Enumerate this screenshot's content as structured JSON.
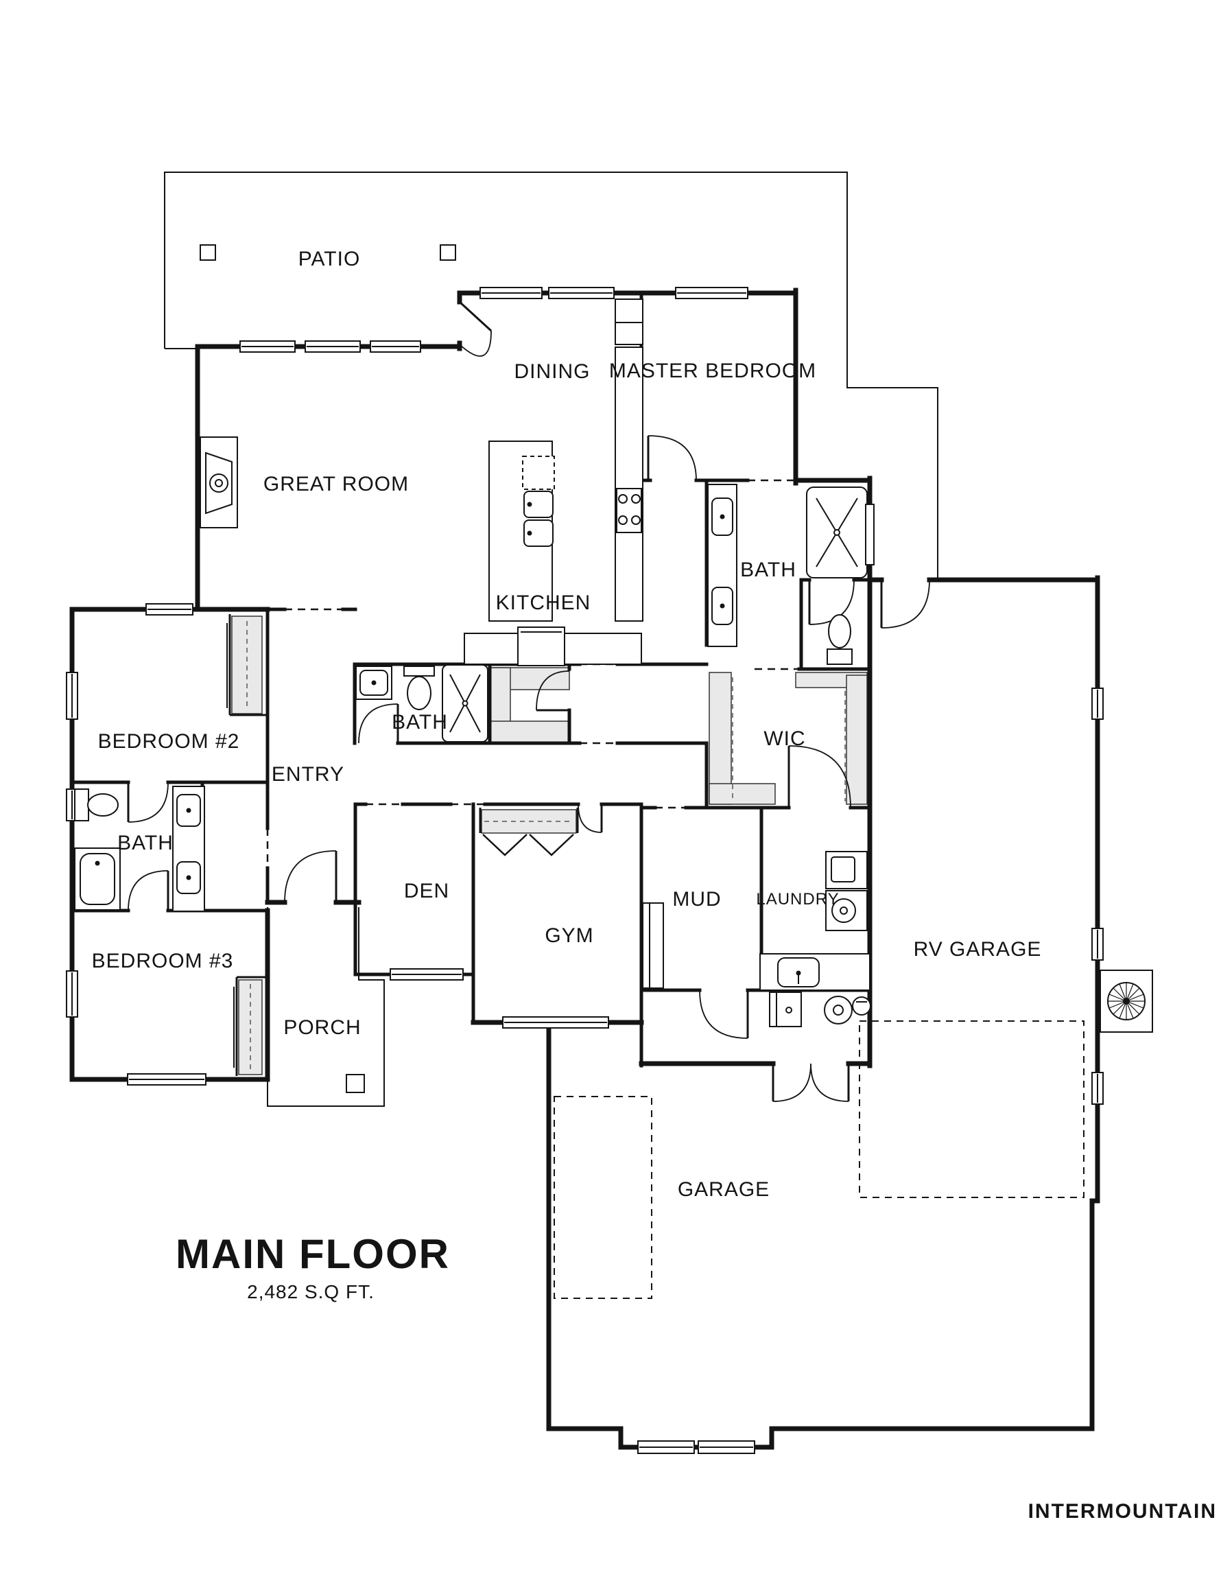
{
  "plan": {
    "title": "MAIN FLOOR",
    "area": "2,482 S.Q FT.",
    "watermark": "INTERMOUNTAIN",
    "rooms": {
      "patio": "PATIO",
      "dining": "DINING",
      "master_bedroom": "MASTER BEDROOM",
      "great_room": "GREAT ROOM",
      "kitchen": "KITCHEN",
      "master_bath": "BATH",
      "wic": "WIC",
      "bedroom_2": "BEDROOM #2",
      "entry": "ENTRY",
      "hall_bath": "BATH",
      "jack_jill_bath": "BATH",
      "bedroom_3": "BEDROOM #3",
      "den": "DEN",
      "gym": "GYM",
      "mud": "MUD",
      "laundry": "LAUNDRY",
      "rv_garage": "RV GARAGE",
      "porch": "PORCH",
      "garage": "GARAGE"
    },
    "colors": {
      "wall": "#141414",
      "closet_fill": "#e9e9e9",
      "watermark_gray": "#ededed"
    }
  }
}
